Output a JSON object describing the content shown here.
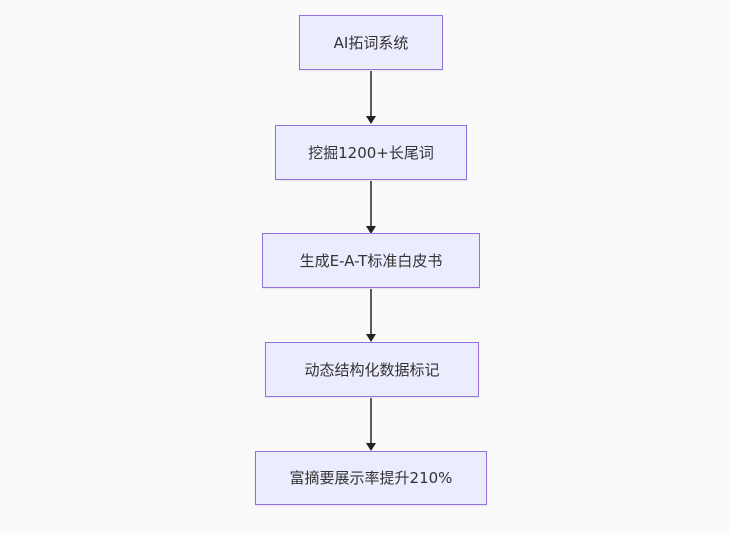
{
  "diagram": {
    "type": "flowchart",
    "direction": "top-down",
    "nodes": [
      {
        "id": "n1",
        "label": "AI拓词系统"
      },
      {
        "id": "n2",
        "label": "挖掘1200+长尾词"
      },
      {
        "id": "n3",
        "label": "生成E-A-T标准白皮书"
      },
      {
        "id": "n4",
        "label": "动态结构化数据标记"
      },
      {
        "id": "n5",
        "label": "富摘要展示率提升210%"
      }
    ],
    "edges": [
      {
        "from": "n1",
        "to": "n2",
        "style": "arrow-down"
      },
      {
        "from": "n2",
        "to": "n3",
        "style": "arrow-down"
      },
      {
        "from": "n3",
        "to": "n4",
        "style": "arrow-down"
      },
      {
        "from": "n4",
        "to": "n5",
        "style": "arrow-down"
      }
    ],
    "colors": {
      "node_fill": "#ececff",
      "node_border": "#9370db",
      "edge_line": "#5a5a5a",
      "arrowhead": "#222222",
      "text": "#333333",
      "background": "#fafafa"
    }
  }
}
